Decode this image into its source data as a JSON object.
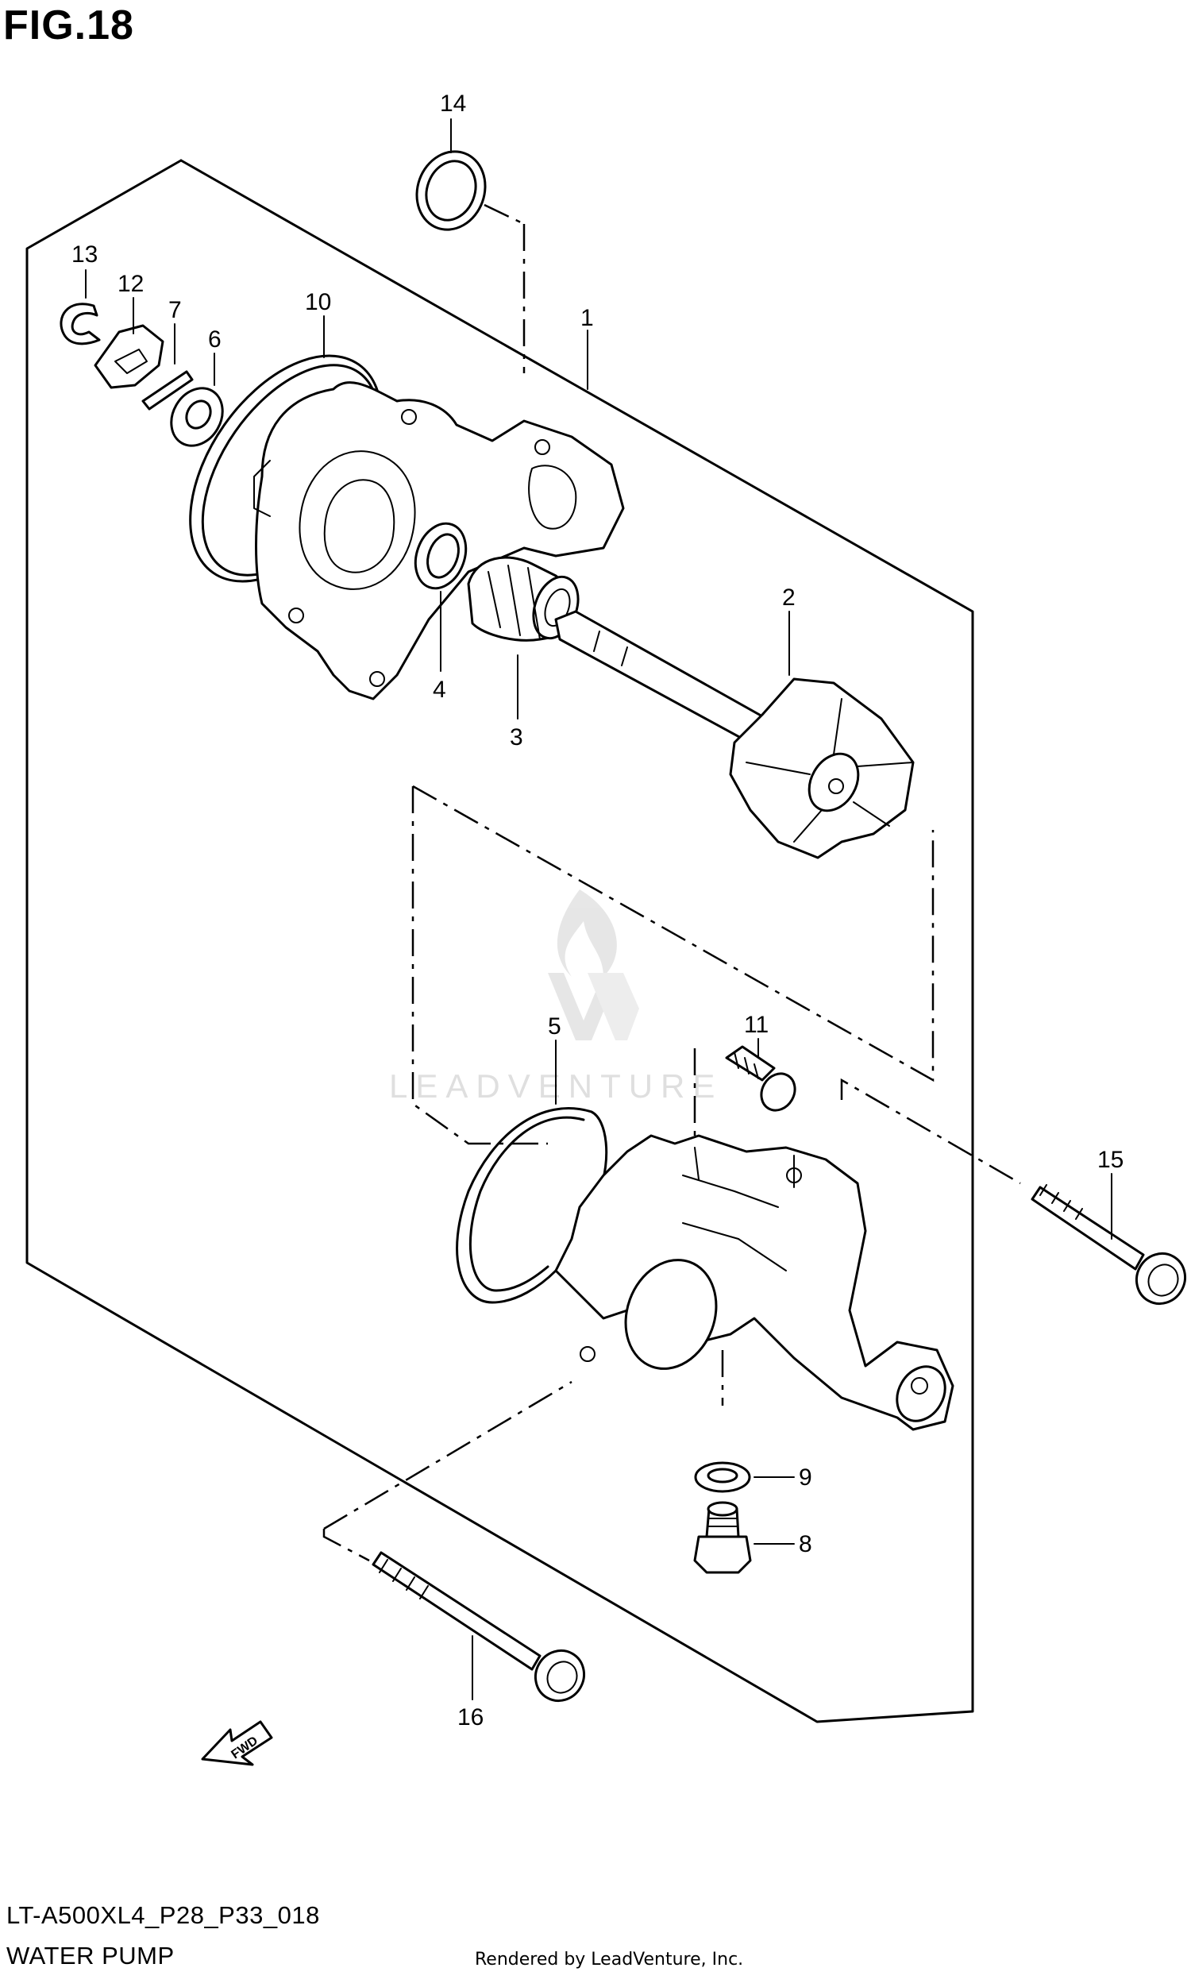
{
  "figure": {
    "title": "FIG.18",
    "model_code": "LT-A500XL4_P28_P33_018",
    "diagram_name": "WATER PUMP",
    "credit": "Rendered by LeadVenture, Inc.",
    "watermark_text": "LEADVENTURE",
    "fwd_label": "FWD"
  },
  "callouts": [
    {
      "id": "1",
      "label": "1",
      "part": "water-pump-case"
    },
    {
      "id": "2",
      "label": "2",
      "part": "impeller-shaft"
    },
    {
      "id": "3",
      "label": "3",
      "part": "mechanical-seal"
    },
    {
      "id": "4",
      "label": "4",
      "part": "oil-seal"
    },
    {
      "id": "5",
      "label": "5",
      "part": "o-ring-cover"
    },
    {
      "id": "6",
      "label": "6",
      "part": "washer"
    },
    {
      "id": "7",
      "label": "7",
      "part": "pin"
    },
    {
      "id": "8",
      "label": "8",
      "part": "drain-bolt"
    },
    {
      "id": "9",
      "label": "9",
      "part": "gasket"
    },
    {
      "id": "10",
      "label": "10",
      "part": "o-ring-case"
    },
    {
      "id": "11",
      "label": "11",
      "part": "bolt"
    },
    {
      "id": "12",
      "label": "12",
      "part": "drive-gear"
    },
    {
      "id": "13",
      "label": "13",
      "part": "e-ring"
    },
    {
      "id": "14",
      "label": "14",
      "part": "o-ring"
    },
    {
      "id": "15",
      "label": "15",
      "part": "bolt-long"
    },
    {
      "id": "16",
      "label": "16",
      "part": "bolt-long"
    }
  ],
  "colors": {
    "ink": "#000000",
    "watermark": "#dcdcdc",
    "background": "#ffffff"
  }
}
